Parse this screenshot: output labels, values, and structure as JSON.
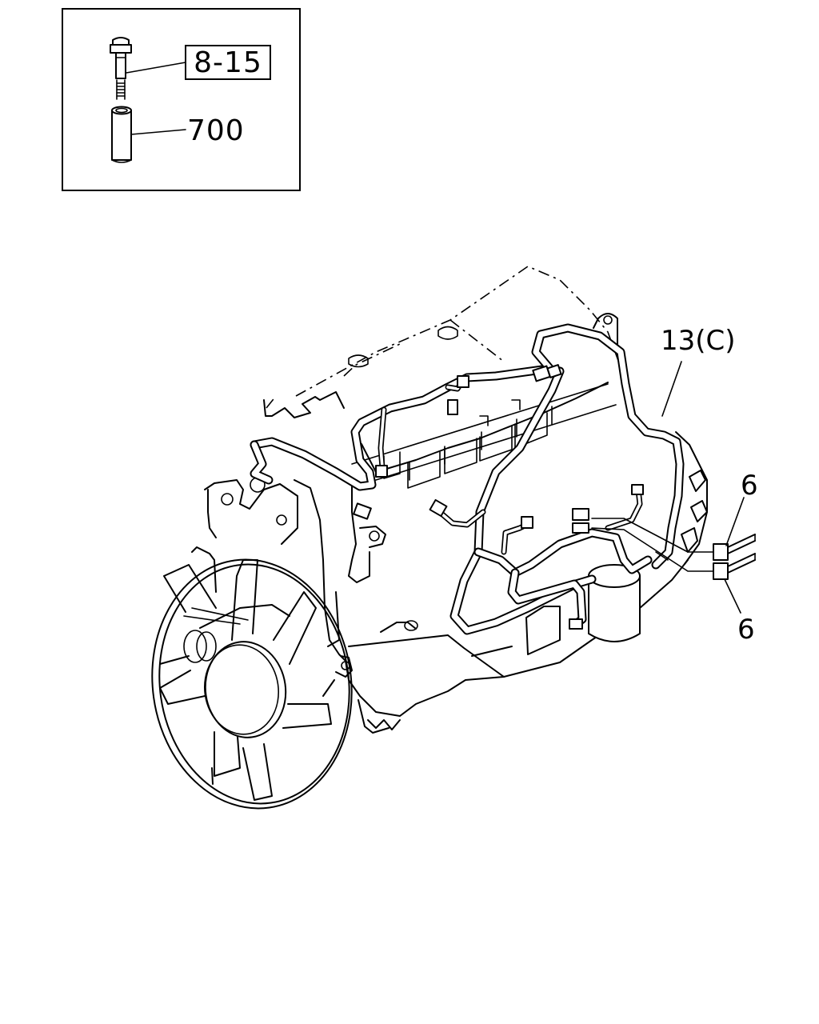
{
  "inset": {
    "bolt_callout": "8-15",
    "sleeve_callout": "700"
  },
  "callouts": {
    "harness": "13(C)",
    "clip_upper": "6",
    "clip_lower": "6"
  }
}
